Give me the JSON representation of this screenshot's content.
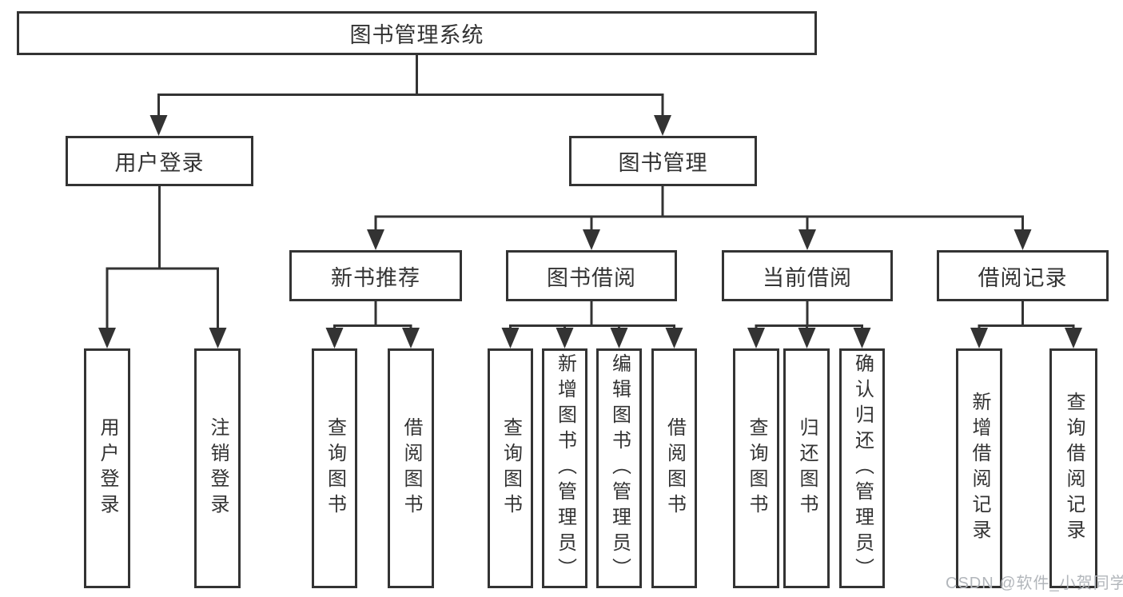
{
  "diagram": {
    "title": "图书管理系统",
    "root": {
      "label": "图书管理系统"
    },
    "level2": [
      {
        "label": "用户登录"
      },
      {
        "label": "图书管理"
      }
    ],
    "level3": [
      {
        "label": "新书推荐",
        "parent": "图书管理"
      },
      {
        "label": "图书借阅",
        "parent": "图书管理"
      },
      {
        "label": "当前借阅",
        "parent": "图书管理"
      },
      {
        "label": "借阅记录",
        "parent": "图书管理"
      }
    ],
    "leaves": [
      {
        "label": "用户登录",
        "parent": "用户登录"
      },
      {
        "label": "注销登录",
        "parent": "用户登录"
      },
      {
        "label": "查询图书",
        "parent": "新书推荐"
      },
      {
        "label": "借阅图书",
        "parent": "新书推荐"
      },
      {
        "label": "查询图书",
        "parent": "图书借阅"
      },
      {
        "label": "新增图书（管理员）",
        "parent": "图书借阅"
      },
      {
        "label": "编辑图书（管理员）",
        "parent": "图书借阅"
      },
      {
        "label": "借阅图书",
        "parent": "图书借阅"
      },
      {
        "label": "查询图书",
        "parent": "当前借阅"
      },
      {
        "label": "归还图书",
        "parent": "当前借阅"
      },
      {
        "label": "确认归还（管理员）",
        "parent": "当前借阅"
      },
      {
        "label": "新增借阅记录",
        "parent": "借阅记录"
      },
      {
        "label": "查询借阅记录",
        "parent": "借阅记录"
      }
    ]
  },
  "watermark": {
    "text": "CSDN @软件_小贺同学"
  },
  "colors": {
    "line": "#333333",
    "text": "#333333",
    "box_background": "#ffffff",
    "watermark": "#b2b6bb",
    "page_background": "#ffffff"
  }
}
